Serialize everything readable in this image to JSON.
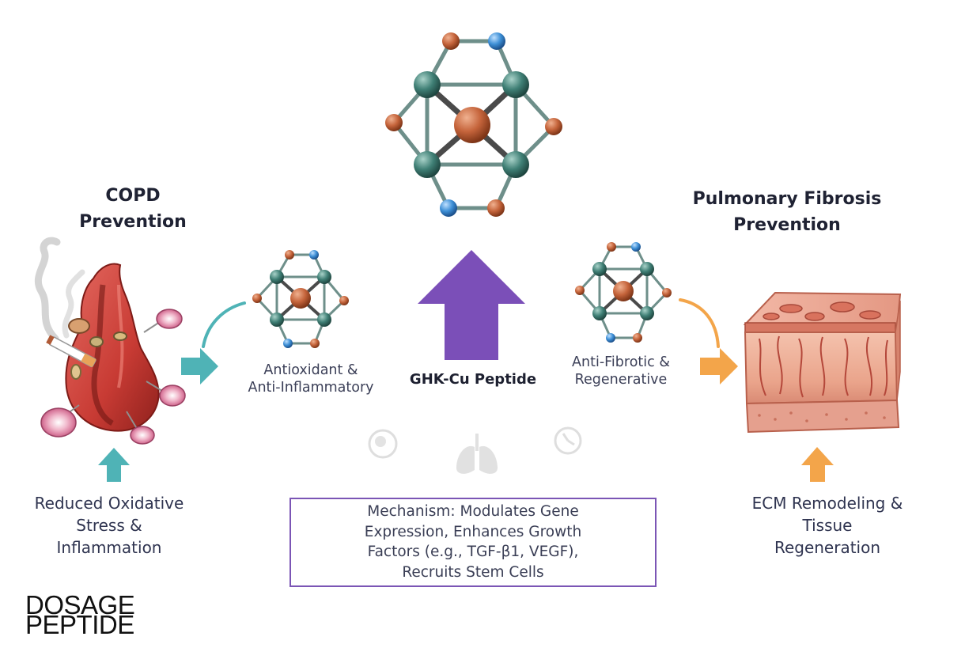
{
  "copd": {
    "title_line1": "COPD",
    "title_line2": "Prevention",
    "effect_line1": "Antioxidant &",
    "effect_line2": "Anti-Inflammatory",
    "outcome_line1": "Reduced Oxidative",
    "outcome_line2": "Stress &",
    "outcome_line3": "Inflammation"
  },
  "fibrosis": {
    "title_line1": "Pulmonary Fibrosis",
    "title_line2": "Prevention",
    "effect_line1": "Anti-Fibrotic &",
    "effect_line2": "Regenerative",
    "outcome_line1": "ECM Remodeling &",
    "outcome_line2": "Tissue",
    "outcome_line3": "Regeneration"
  },
  "center": {
    "label": "GHK-Cu Peptide"
  },
  "mechanism": {
    "line1": "Mechanism: Modulates Gene",
    "line2": "Expression, Enhances Growth",
    "line3": "Factors (e.g., TGF-β1, VEGF),",
    "line4": "Recruits Stem Cells"
  },
  "watermark": {
    "line1": "DOSAGE",
    "line2": "PEPTIDE"
  },
  "icons": [
    "cell-icon",
    "lungs-icon",
    "clock-icon"
  ],
  "colors": {
    "teal": "#4fb3b6",
    "purple": "#7b4fb8",
    "orange": "#f3a54a",
    "copper": "#c5643b",
    "atom_green": "#3f7f75",
    "atom_blue": "#3d8fd6",
    "tissue": "#e9a08a"
  }
}
